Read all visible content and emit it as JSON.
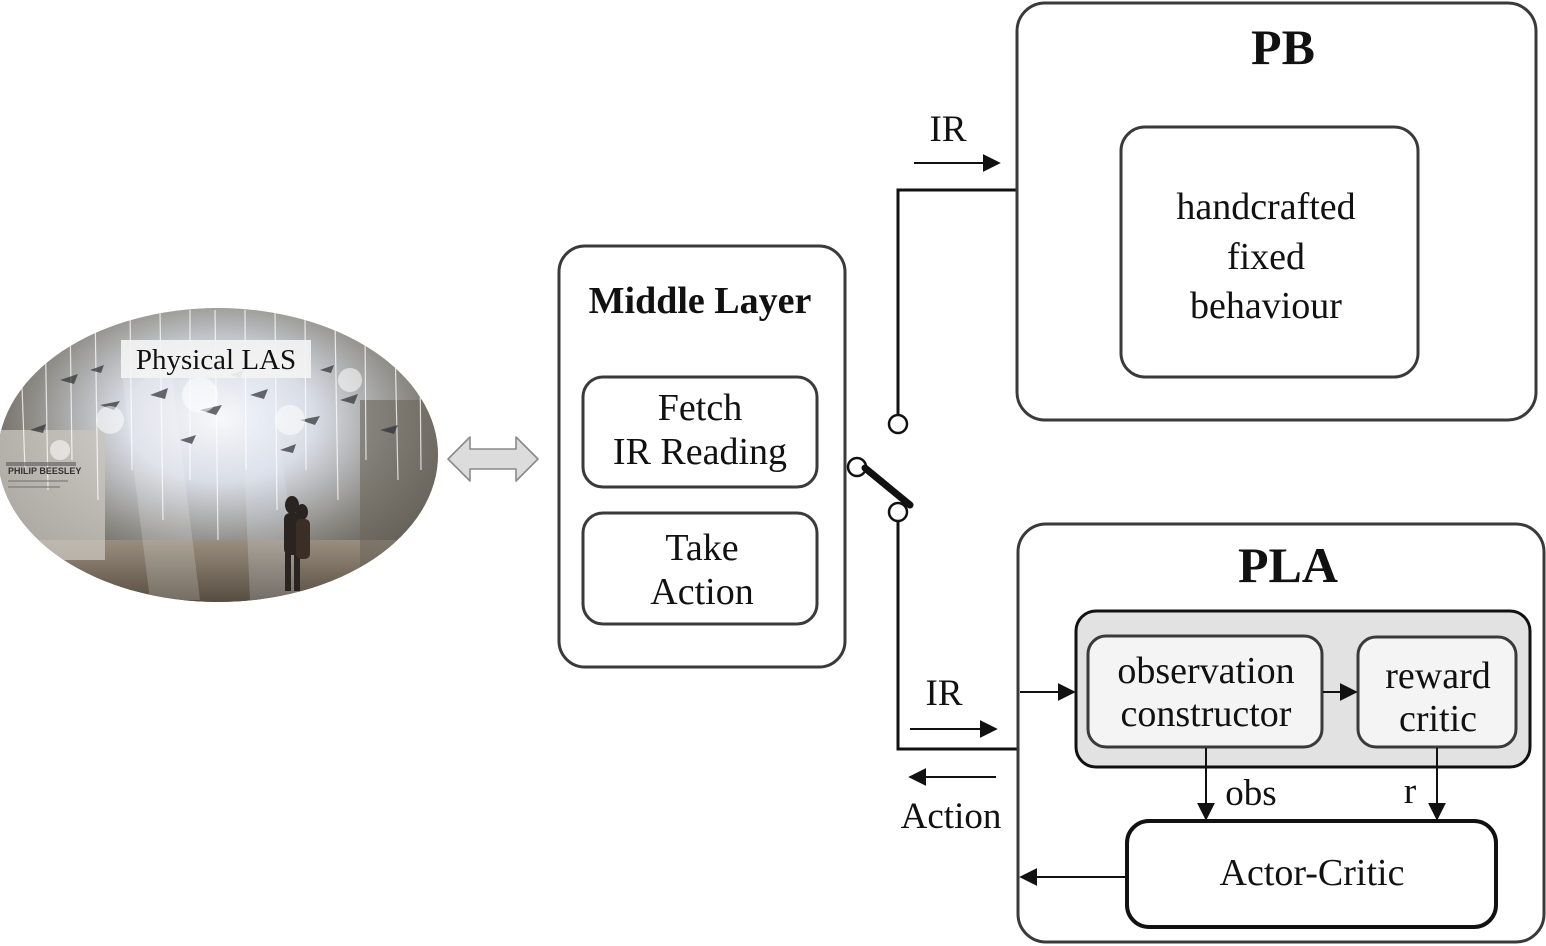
{
  "photo": {
    "label": "Physical LAS",
    "wall_text": "PHILIP BEESLEY"
  },
  "middle_layer": {
    "title": "Middle Layer",
    "fetch_line1": "Fetch",
    "fetch_line2": "IR Reading",
    "action_line1": "Take",
    "action_line2": "Action"
  },
  "pb": {
    "title": "PB",
    "line1": "handcrafted",
    "line2": "fixed",
    "line3": "behaviour",
    "ir_label": "IR"
  },
  "pla": {
    "title": "PLA",
    "observation_line1": "observation",
    "observation_line2": "constructor",
    "reward_line1": "reward",
    "reward_line2": "critic",
    "actor_critic": "Actor-Critic",
    "obs_label": "obs",
    "r_label": "r",
    "ir_label": "IR",
    "action_label": "Action"
  },
  "colors": {
    "stroke": "#3a3a3a",
    "panel_grey": "#e2e2e2",
    "inner_box": "#f4f4f4",
    "arrow_fill": "#dcdcdc"
  }
}
